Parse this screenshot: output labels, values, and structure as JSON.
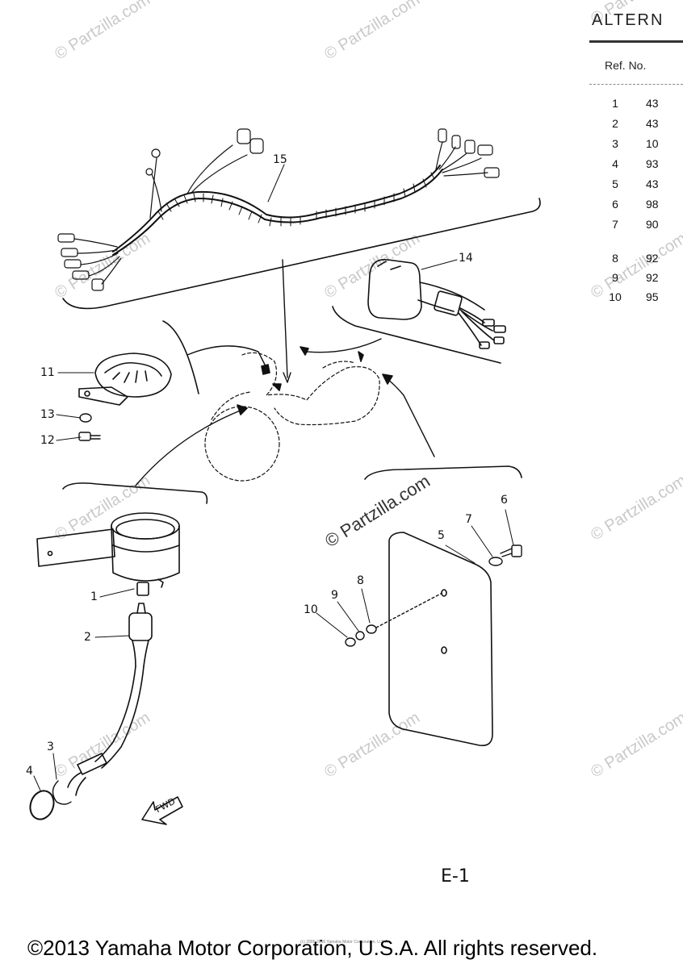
{
  "header": {
    "title": "ALTERN",
    "ref_label": "Ref. No."
  },
  "ref_rows": [
    {
      "ref": "1",
      "part": "43"
    },
    {
      "ref": "2",
      "part": "43"
    },
    {
      "ref": "3",
      "part": "10"
    },
    {
      "ref": "4",
      "part": "93"
    },
    {
      "ref": "5",
      "part": "43"
    },
    {
      "ref": "6",
      "part": "98"
    },
    {
      "ref": "7",
      "part": "90"
    },
    {
      "ref": "8",
      "part": "92"
    },
    {
      "ref": "9",
      "part": "92"
    },
    {
      "ref": "10",
      "part": "95"
    }
  ],
  "callouts": {
    "c1": "1",
    "c2": "2",
    "c3": "3",
    "c4": "4",
    "c5": "5",
    "c6": "6",
    "c7": "7",
    "c8": "8",
    "c9": "9",
    "c10": "10",
    "c11": "11",
    "c12": "12",
    "c13": "13",
    "c14": "14",
    "c15": "15"
  },
  "fwd_label": "FWD",
  "watermark": "© Partzilla.com",
  "page_id": "E-1",
  "tiny_copyright": "(c) 2005-2016 Yamaha Motor Corporation, U.S.A.",
  "footer": "©2013 Yamaha Motor Corporation, U.S.A. All rights reserved.",
  "colors": {
    "line": "#111111",
    "watermark": "#c9c9c9"
  }
}
